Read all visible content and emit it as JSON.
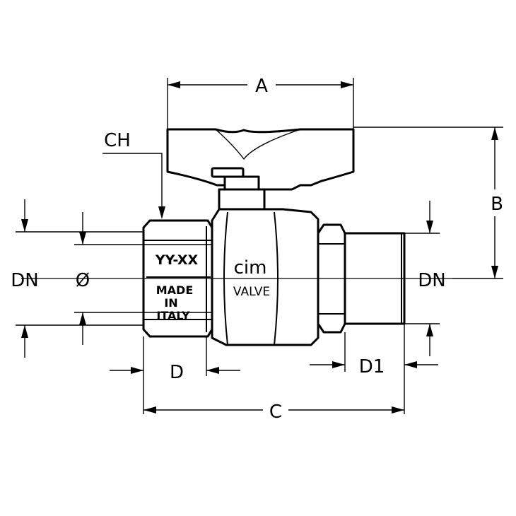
{
  "dimensions": {
    "a": "A",
    "b": "B",
    "ch": "CH",
    "dn_left": "DN",
    "dn_right": "DN",
    "bore": "Ø",
    "d": "D",
    "d1": "D1",
    "c": "C"
  },
  "markings": {
    "size_code": "YY-XX",
    "origin_line1": "MADE",
    "origin_line2": "IN",
    "origin_line3": "ITALY",
    "brand": "cim",
    "product": "VALVE"
  }
}
